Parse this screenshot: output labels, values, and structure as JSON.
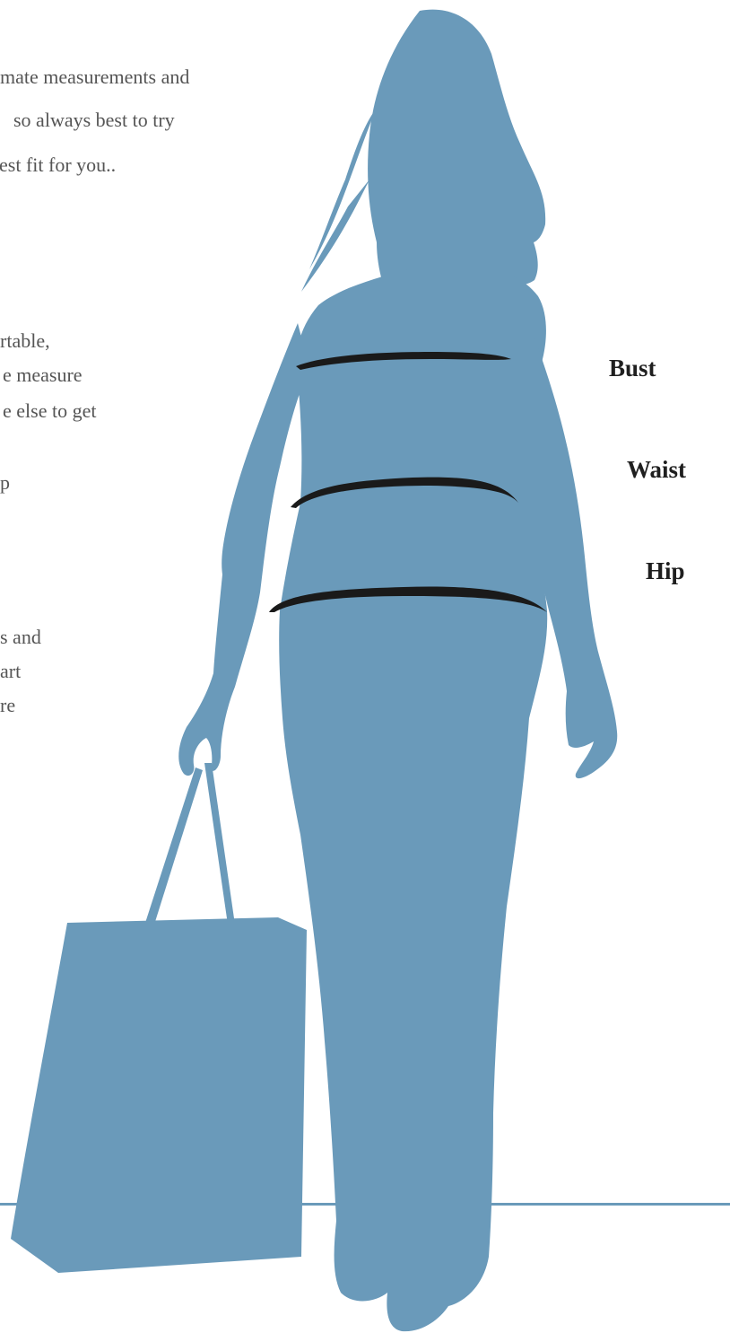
{
  "intro": {
    "line1": "mate measurements and",
    "line2": "so always best to try",
    "line3": "est fit for you.."
  },
  "body_text": {
    "line1": "rtable,",
    "line2": "e measure",
    "line3": "e else to get",
    "line4": "p",
    "line5": "s and",
    "line6": "art",
    "line7": "re"
  },
  "labels": {
    "bust": "Bust",
    "waist": "Waist",
    "hip": "Hip"
  },
  "colors": {
    "silhouette": "#6a9aba",
    "tape": "#1a1a1a",
    "label_text": "#1f1f1f",
    "body_text": "#555555"
  }
}
